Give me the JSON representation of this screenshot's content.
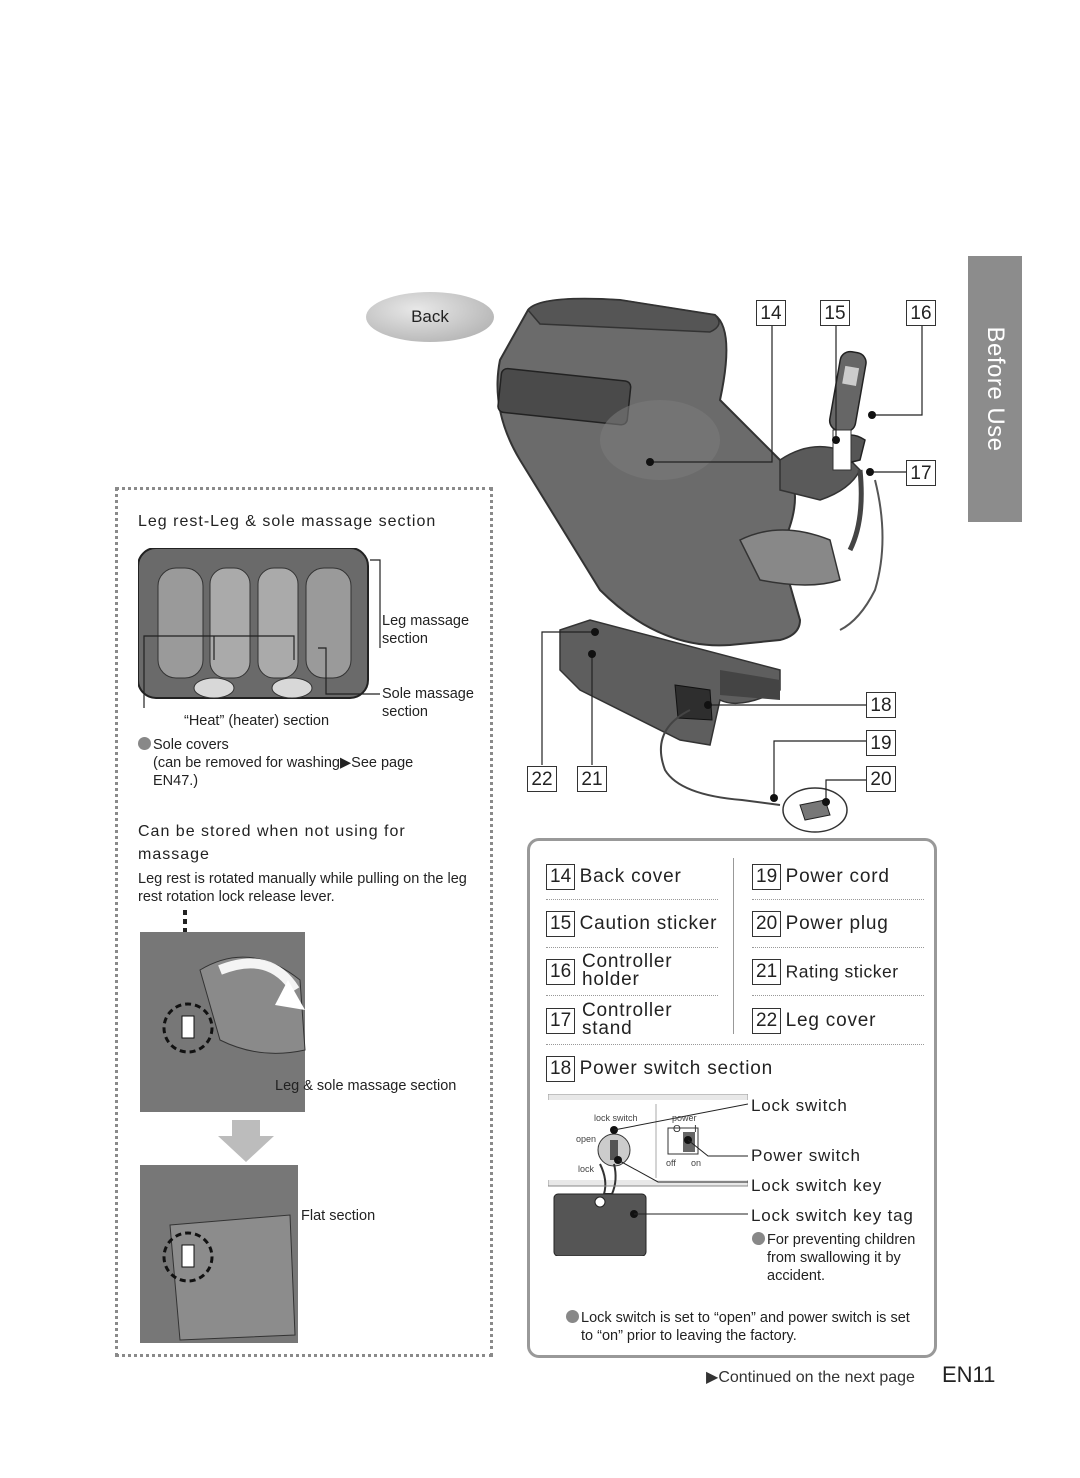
{
  "side_tab": "Before Use",
  "back_label": "Back",
  "callouts": {
    "n14": "14",
    "n15": "15",
    "n16": "16",
    "n17": "17",
    "n18": "18",
    "n19": "19",
    "n20": "20",
    "n21": "21",
    "n22": "22"
  },
  "left_panel": {
    "heading1": "Leg rest-Leg & sole massage section",
    "leg_massage_section": "Leg massage\nsection",
    "sole_massage_section": "Sole massage\nsection",
    "heat_section": "“Heat” (heater) section",
    "sole_covers": "Sole covers",
    "sole_covers_note": "(can be removed for washing",
    "see_page": "See page",
    "see_page_ref": "EN47.)",
    "heading2": "Can be stored when not using for massage",
    "rotate_text": "Leg rest is rotated manually while pulling on the leg rest rotation lock release lever.",
    "leg_sole_section": "Leg & sole massage section",
    "flat_section": "Flat section"
  },
  "legend": {
    "items": [
      {
        "num": "14",
        "label": "Back cover"
      },
      {
        "num": "15",
        "label": "Caution sticker"
      },
      {
        "num": "16",
        "label": "Controller holder"
      },
      {
        "num": "17",
        "label": "Controller stand"
      },
      {
        "num": "19",
        "label": "Power cord"
      },
      {
        "num": "20",
        "label": "Power plug"
      },
      {
        "num": "21",
        "label": "Rating sticker"
      },
      {
        "num": "22",
        "label": "Leg cover"
      }
    ],
    "item16_line1": "Controller",
    "item16_line2": "holder",
    "item17_line1": "Controller",
    "item17_line2": "stand",
    "item18_num": "18",
    "item18_label": "Power switch section",
    "panel_lock_switch": "lock switch",
    "panel_power": "power",
    "panel_open": "open",
    "panel_lock": "lock",
    "panel_off": "off",
    "panel_on": "on",
    "panel_o": "O",
    "panel_i": "I",
    "lock_switch": "Lock switch",
    "power_switch": "Power switch",
    "lock_switch_key": "Lock switch key",
    "lock_switch_key_tag": "Lock switch key tag",
    "preventing_note": "For preventing children from swallowing it by accident.",
    "factory_note": "Lock switch is set to “open” and power switch is set to “on” prior to leaving the factory."
  },
  "footer": {
    "continued": "Continued on the next page",
    "page_number": "EN11"
  },
  "colors": {
    "tab": "#8c8c8c",
    "frame": "#999999",
    "chair": "#6e6e6e"
  }
}
